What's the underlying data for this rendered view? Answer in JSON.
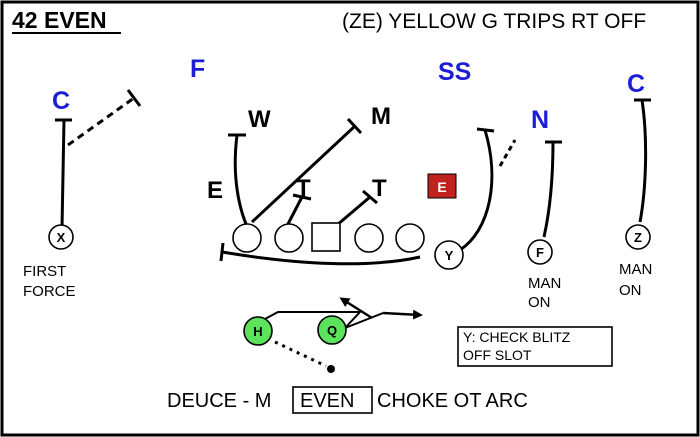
{
  "header": {
    "formation": "42 EVEN",
    "call": "(ZE) YELLOW G TRIPS RT OFF"
  },
  "defense": {
    "corner_left": "C",
    "free_safety": "F",
    "strong_safety": "SS",
    "nickel": "N",
    "corner_right": "C",
    "will": "W",
    "mike": "M",
    "end_left": "E",
    "tackle_left": "T",
    "tackle_right": "T",
    "end_right_box": "E"
  },
  "offense": {
    "x": "X",
    "y": "Y",
    "f": "F",
    "z": "Z",
    "h": "H",
    "q": "Q"
  },
  "notes": {
    "first_force_line1": "FIRST",
    "first_force_line2": "FORCE",
    "man_on_f_line1": "MAN",
    "man_on_f_line2": "ON",
    "man_on_z_line1": "MAN",
    "man_on_z_line2": "ON",
    "check_line1": "Y: CHECK BLITZ",
    "check_line2": "OFF SLOT"
  },
  "footer": {
    "prefix": "DEUCE - M",
    "boxed": "EVEN",
    "suffix": "CHOKE OT ARC"
  },
  "colors": {
    "defense_blue": "#1d1dd8",
    "end_box_red": "#c0221e",
    "back_green": "#5be35b"
  }
}
